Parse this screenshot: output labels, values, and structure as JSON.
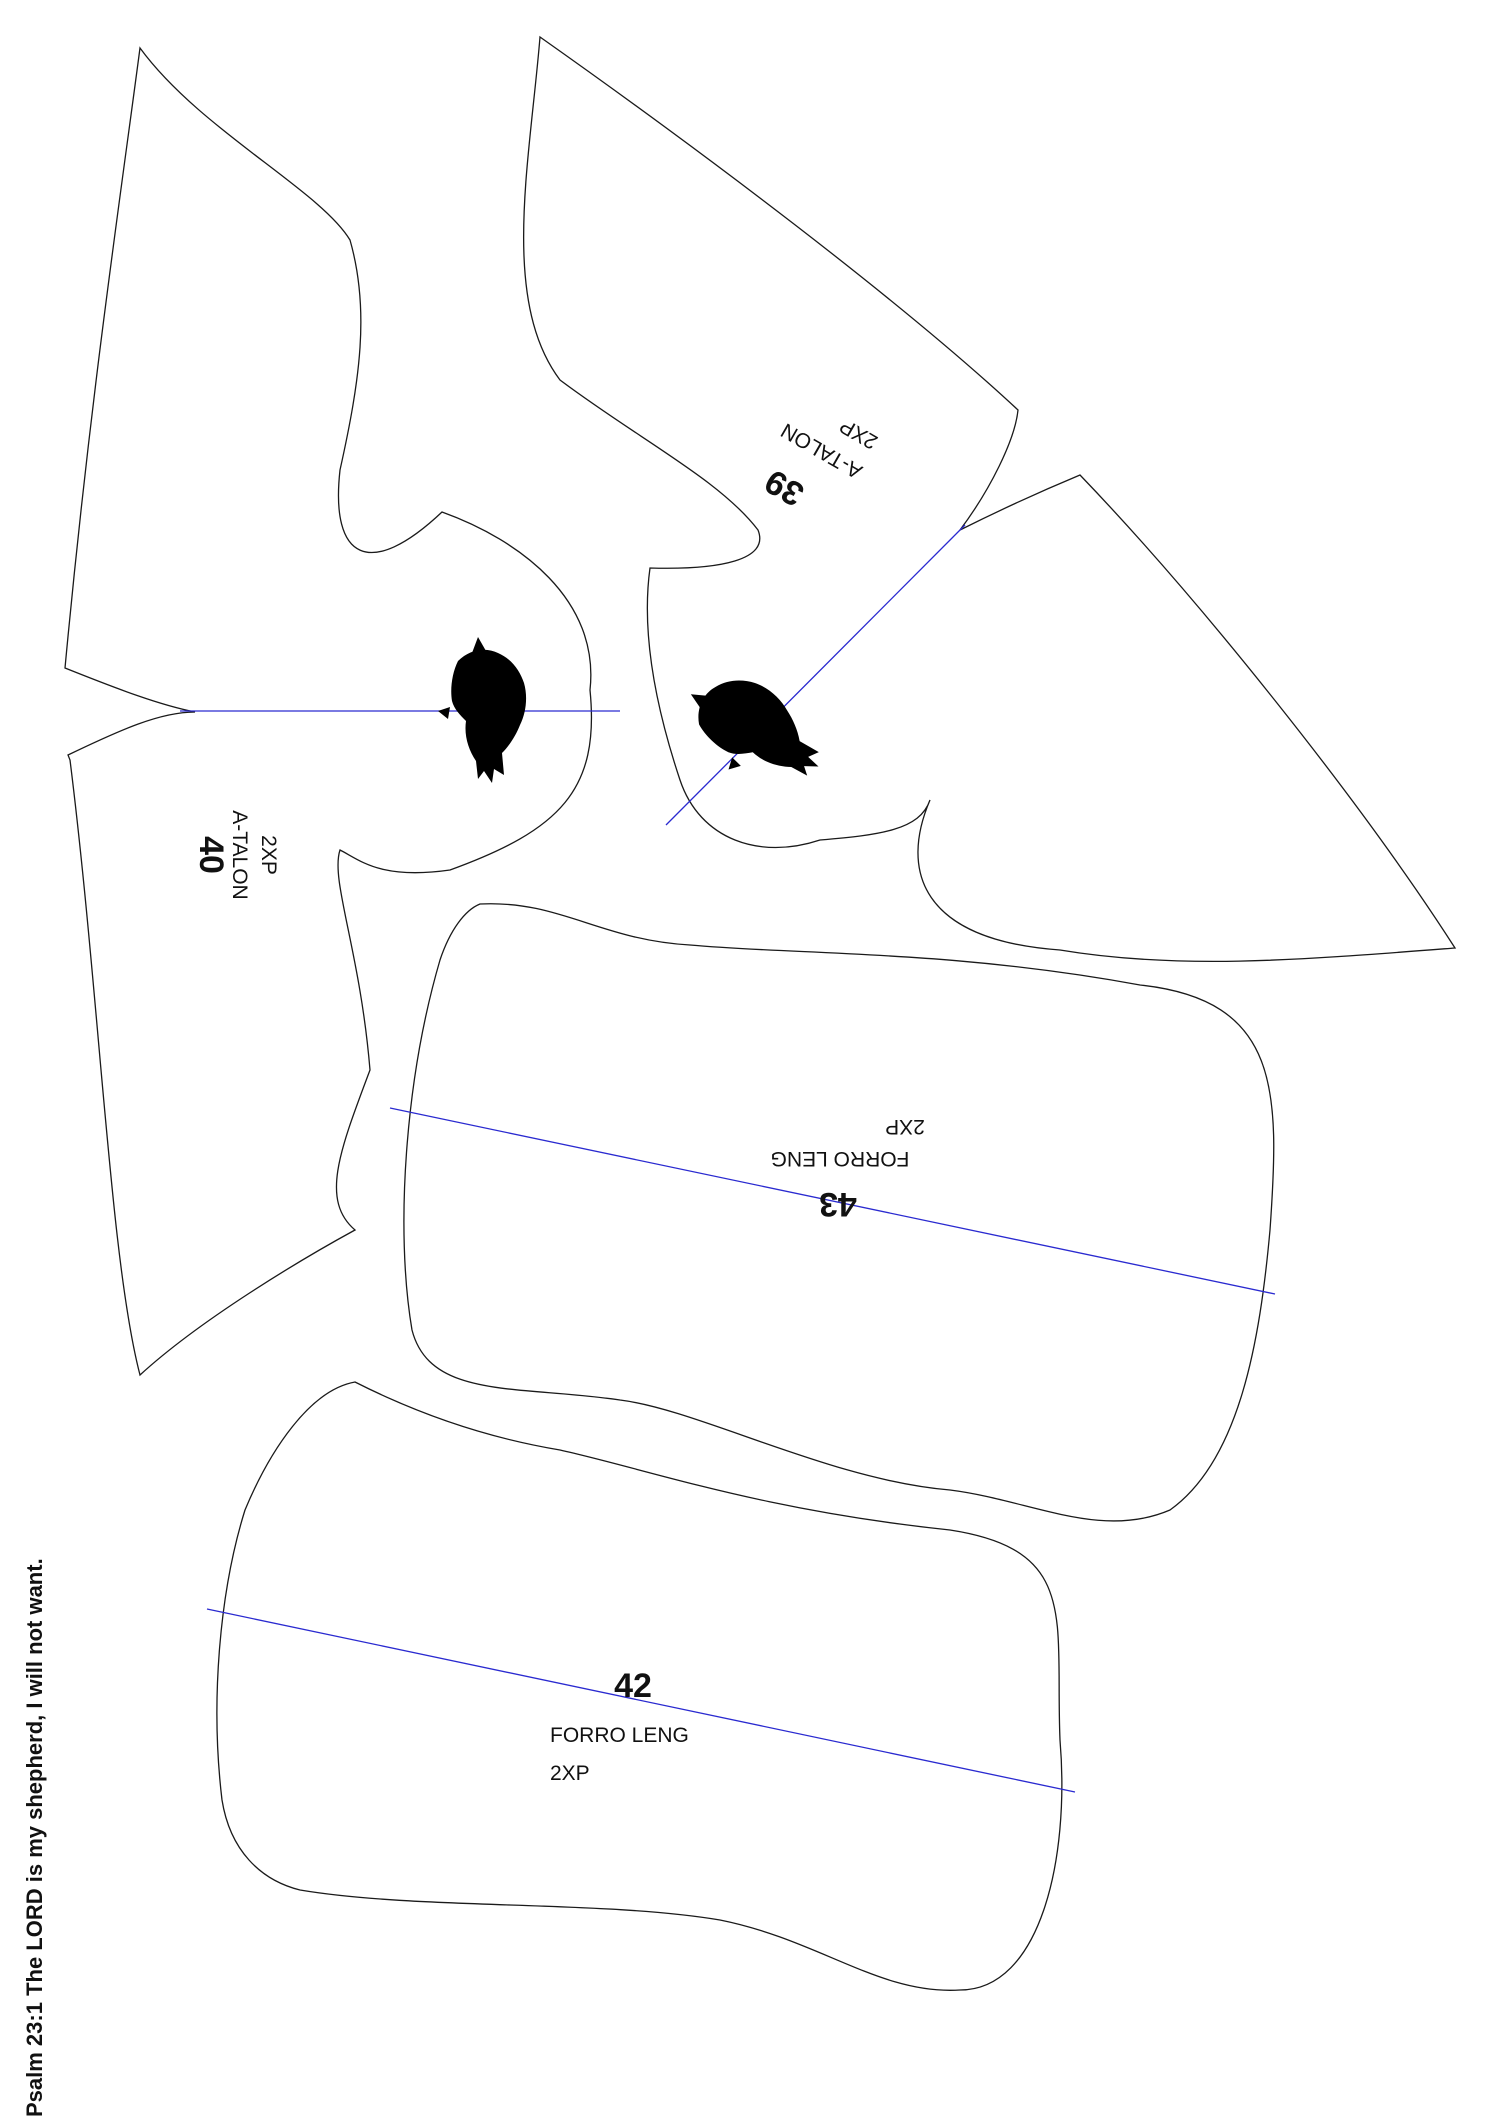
{
  "footer": {
    "verse": "Psalm 23:1 The LORD is my shepherd, I will not want."
  },
  "pieces": {
    "p39": {
      "number": "39",
      "name": "A-TALON",
      "qty": "2XP"
    },
    "p40": {
      "number": "40",
      "name": "A-TALON",
      "qty": "2XP"
    },
    "p42": {
      "number": "42",
      "name": "FORRO LENG",
      "qty": "2XP"
    },
    "p43": {
      "number": "43",
      "name": "FORRO LENG",
      "qty": "2XP"
    }
  },
  "colors": {
    "outline": "#1a1a1a",
    "grainline": "#2a2ad0",
    "background": "#ffffff"
  },
  "icons": [
    "crocodile-logo-icon"
  ]
}
